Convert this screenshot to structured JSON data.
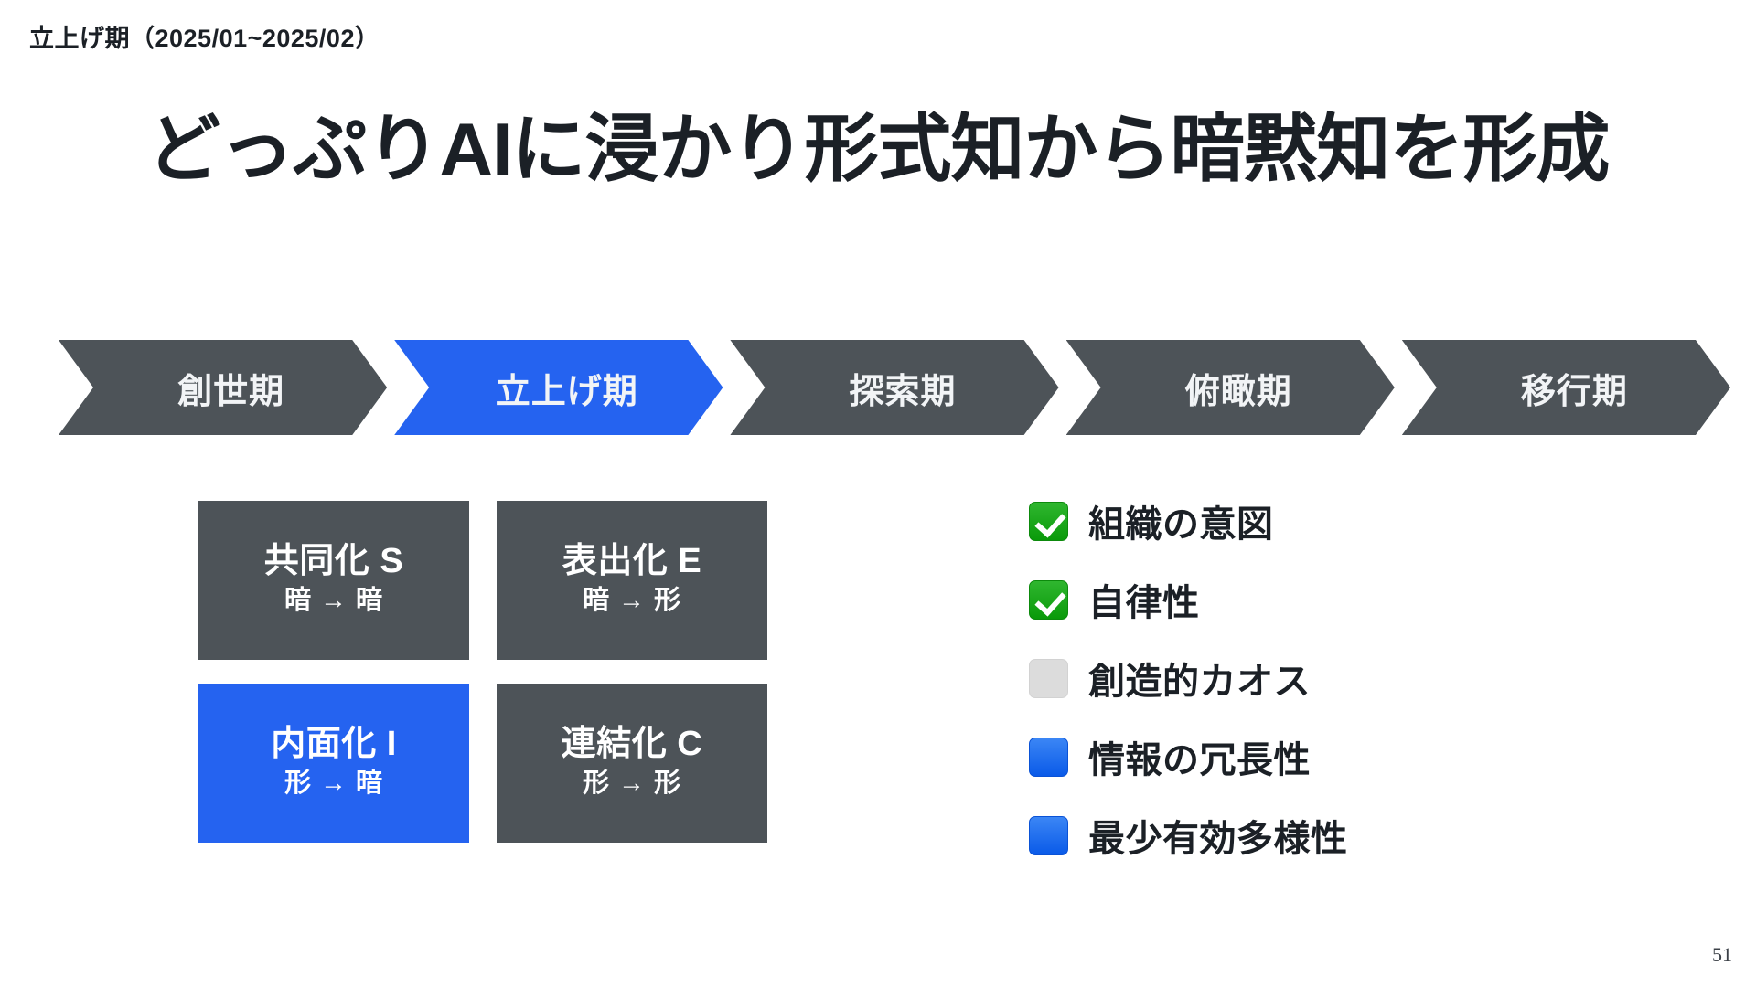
{
  "slide": {
    "kicker": "立上げ期（2025/01~2025/02）",
    "title": "どっぷりAIに浸かり形式知から暗黙知を形成",
    "page_number": "51"
  },
  "colors": {
    "accent_blue": "#2563f0",
    "neutral_dark": "#4d5358",
    "text_dark": "#1b2026",
    "check_green": "#1aa81a",
    "check_grey": "#dcdcdc",
    "check_blue": "#1d6ef0"
  },
  "phases": {
    "items": [
      {
        "label": "創世期",
        "state": "inactive"
      },
      {
        "label": "立上げ期",
        "state": "active"
      },
      {
        "label": "探索期",
        "state": "inactive"
      },
      {
        "label": "俯瞰期",
        "state": "inactive"
      },
      {
        "label": "移行期",
        "state": "inactive"
      }
    ]
  },
  "seci": {
    "boxes": [
      {
        "title": "共同化 S",
        "subtitle": "暗 → 暗",
        "state": "inactive"
      },
      {
        "title": "表出化 E",
        "subtitle": "暗 → 形",
        "state": "inactive"
      },
      {
        "title": "内面化 I",
        "subtitle": "形 → 暗",
        "state": "active"
      },
      {
        "title": "連結化 C",
        "subtitle": "形 → 形",
        "state": "inactive"
      }
    ]
  },
  "checklist": {
    "items": [
      {
        "label": "組織の意図",
        "icon": "check-green-icon",
        "state": "checked"
      },
      {
        "label": "自律性",
        "icon": "check-green-icon",
        "state": "checked"
      },
      {
        "label": "創造的カオス",
        "icon": "square-white-icon",
        "state": "empty"
      },
      {
        "label": "情報の冗長性",
        "icon": "square-blue-icon",
        "state": "filled"
      },
      {
        "label": "最少有効多様性",
        "icon": "square-blue-icon",
        "state": "filled"
      }
    ]
  }
}
